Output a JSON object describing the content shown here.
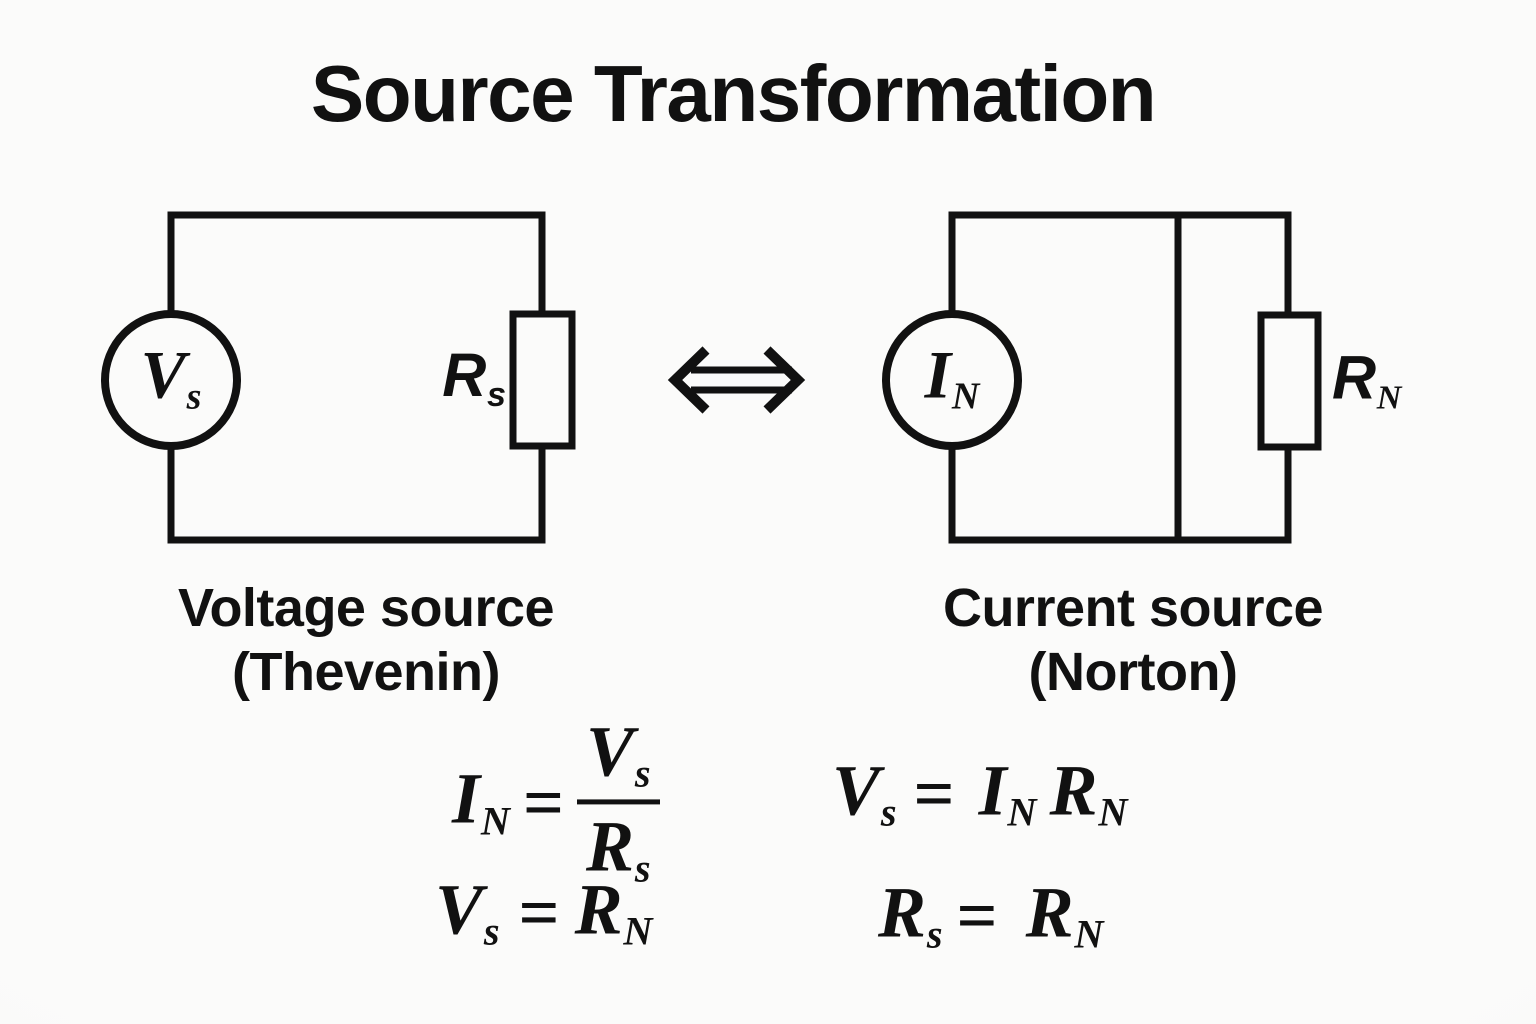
{
  "title": "Source Transformation",
  "colors": {
    "background": "#fafaf8",
    "ink": "#111111"
  },
  "icons": {
    "equivalence_arrow": "left-right-double-arrow"
  },
  "circuits": {
    "left": {
      "source_label": {
        "base": "V",
        "sub": "s"
      },
      "resistor_label": {
        "base": "R",
        "sub": "s"
      },
      "caption_line1": "Voltage source",
      "caption_line2": "(Thevenin)"
    },
    "right": {
      "source_label": {
        "base": "I",
        "sub": "N"
      },
      "resistor_label": {
        "base": "R",
        "sub": "N"
      },
      "caption_line1": "Current source",
      "caption_line2": "(Norton)"
    }
  },
  "equations": {
    "eq1": {
      "lhs": {
        "base": "I",
        "sub": "N"
      },
      "rel": "=",
      "frac": {
        "num": {
          "base": "V",
          "sub": "s"
        },
        "den": {
          "base": "R",
          "sub": "s"
        }
      }
    },
    "eq2": {
      "lhs": {
        "base": "V",
        "sub": "s"
      },
      "rel": "=",
      "rhs1": {
        "base": "R",
        "sub": "N"
      }
    },
    "eq3": {
      "lhs": {
        "base": "V",
        "sub": "s"
      },
      "rel": "=",
      "rhs1": {
        "base": "I",
        "sub": "N"
      },
      "rhs2": {
        "base": "R",
        "sub": "N"
      }
    },
    "eq4": {
      "lhs": {
        "base": "R",
        "sub": "s"
      },
      "rel": "=",
      "rhs1": {
        "base": "R",
        "sub": "N"
      }
    }
  }
}
